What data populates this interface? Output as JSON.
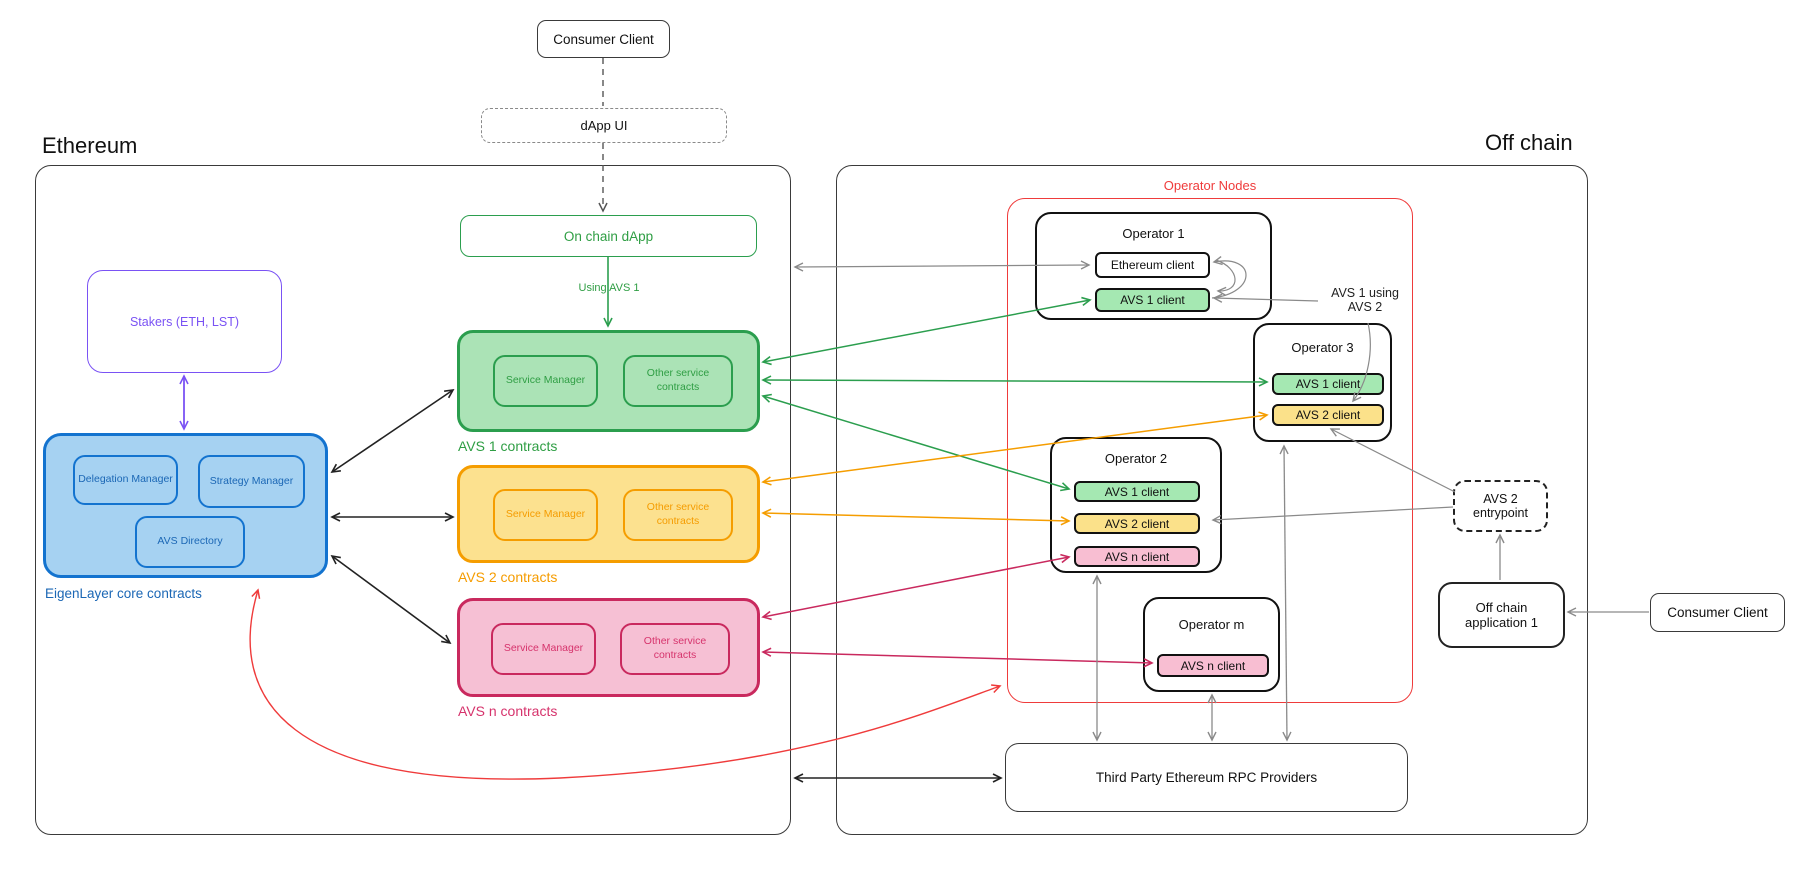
{
  "top": {
    "consumer_client": "Consumer Client",
    "dapp_ui": "dApp UI"
  },
  "ethereum": {
    "title": "Ethereum",
    "on_chain_dapp": "On chain dApp",
    "using_avs1": "Using AVS 1",
    "stakers": "Stakers (ETH, LST)",
    "core": {
      "delegation_manager": "Delegation Manager",
      "strategy_manager": "Strategy Manager",
      "avs_directory": "AVS Directory",
      "label": "EigenLayer core contracts"
    },
    "avs_contracts": [
      {
        "label": "AVS 1 contracts",
        "service_manager": "Service Manager",
        "other_contracts": "Other service contracts"
      },
      {
        "label": "AVS 2 contracts",
        "service_manager": "Service Manager",
        "other_contracts": "Other service contracts"
      },
      {
        "label": "AVS n contracts",
        "service_manager": "Service Manager",
        "other_contracts": "Other service contracts"
      }
    ]
  },
  "offchain": {
    "title": "Off chain",
    "operator_nodes_label": "Operator Nodes",
    "operators": {
      "op1": {
        "title": "Operator 1",
        "clients": [
          "Ethereum client",
          "AVS 1 client"
        ]
      },
      "op3": {
        "title": "Operator 3",
        "clients": [
          "AVS 1 client",
          "AVS 2 client"
        ]
      },
      "op2": {
        "title": "Operator 2",
        "clients": [
          "AVS 1 client",
          "AVS 2 client",
          "AVS n client"
        ]
      },
      "opm": {
        "title": "Operator m",
        "clients": [
          "AVS n client"
        ]
      }
    },
    "annotation_avs1_using_avs2": "AVS 1 using\nAVS 2",
    "avs2_entrypoint": "AVS 2\nentrypoint",
    "offchain_application": "Off chain\napplication 1",
    "consumer_client": "Consumer Client",
    "rpc_providers": "Third Party Ethereum RPC Providers"
  },
  "colors": {
    "green_border": "#2b9e4e",
    "green_fill": "#abe3b6",
    "green_text": "#2f9e44",
    "orange_border": "#f59d00",
    "orange_fill": "#fce18f",
    "orange_text": "#f59c00",
    "pink_border": "#c9295e",
    "pink_fill": "#f6c0d4",
    "pink_text": "#d6336c",
    "blue_border": "#1373cf",
    "blue_fill": "#a6d2f2",
    "blue_text": "#1b67b5",
    "purple": "#7a52f4",
    "red": "#ef3b3b",
    "gray_arrow": "#8a8a8a",
    "black": "#222222"
  }
}
